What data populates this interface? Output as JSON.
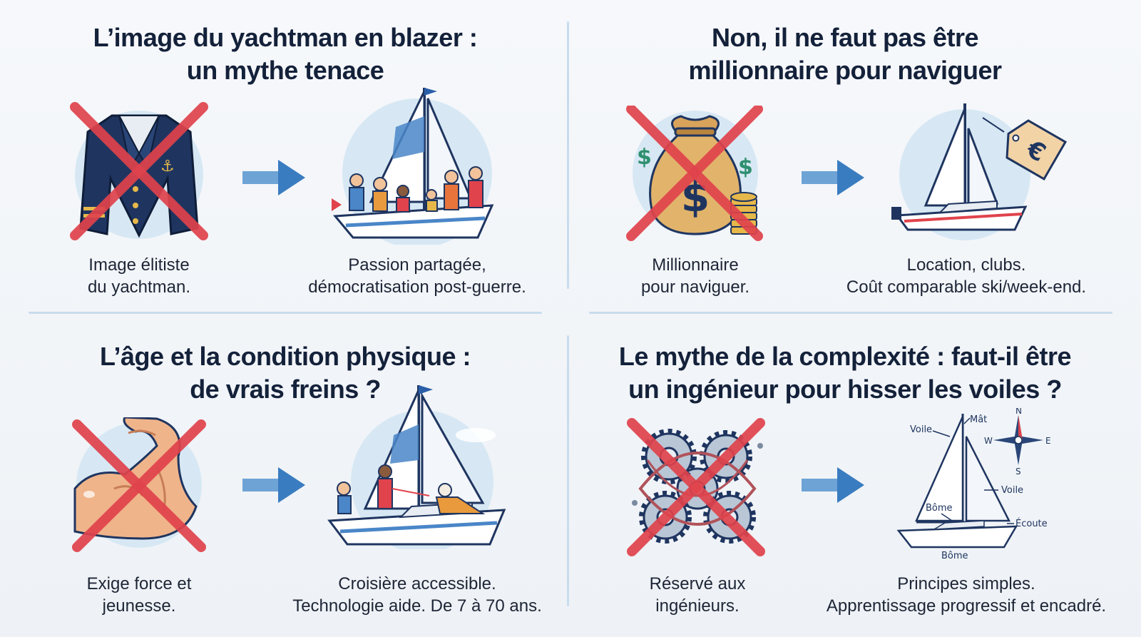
{
  "panels": [
    {
      "title_line1": "L’image du yachtman en blazer :",
      "title_line2": "un mythe tenace",
      "left_caption_line1": "Image élitiste",
      "left_caption_line2": "du yachtman.",
      "right_caption_line1": "Passion partagée,",
      "right_caption_line2": "démocratisation post-guerre.",
      "left_icon": "blazer-icon",
      "right_icon": "crowded-sailboat-icon"
    },
    {
      "title_line1": "Non, il ne faut pas être",
      "title_line2": "millionnaire pour naviguer",
      "left_caption_line1": "Millionnaire",
      "left_caption_line2": "pour naviguer.",
      "right_caption_line1": "Location, clubs.",
      "right_caption_line2": "Coût comparable ski/week-end.",
      "left_icon": "money-bag-icon",
      "right_icon": "sailboat-price-tag-icon",
      "currency_symbol": "$",
      "price_tag_symbol": "€"
    },
    {
      "title_line1": "L’âge et la condition physique :",
      "title_line2": "de vrais freins ?",
      "left_caption_line1": "Exige force et",
      "left_caption_line2": "jeunesse.",
      "right_caption_line1": "Croisière accessible.",
      "right_caption_line2": "Technologie aide. De 7 à 70 ans.",
      "left_icon": "flexed-arm-icon",
      "right_icon": "family-sailboat-icon"
    },
    {
      "title_line1": "Le mythe de la complexité : faut-il être",
      "title_line2": "un ingénieur pour hisser les voiles ?",
      "left_caption_line1": "Réservé aux",
      "left_caption_line2": "ingénieurs.",
      "right_caption_line1": "Principes simples.",
      "right_caption_line2": "Apprentissage progressif et encadré.",
      "left_icon": "gears-icon",
      "right_icon": "sailboat-diagram-icon",
      "diagram_labels": {
        "voile_top": "Voile",
        "mat": "Mât",
        "voile_right": "Voile",
        "bome_mid": "Bôme",
        "ecoute": "Écoute",
        "bome_bottom": "Bôme",
        "compass_n": "N",
        "compass_s": "S",
        "compass_e": "E",
        "compass_w": "W"
      }
    }
  ],
  "colors": {
    "cross": "#e0434c",
    "arrow": "#3a7cc0",
    "navy": "#1f3560",
    "circle_bg": "#d7e8f4",
    "divider": "#c9dcee"
  }
}
